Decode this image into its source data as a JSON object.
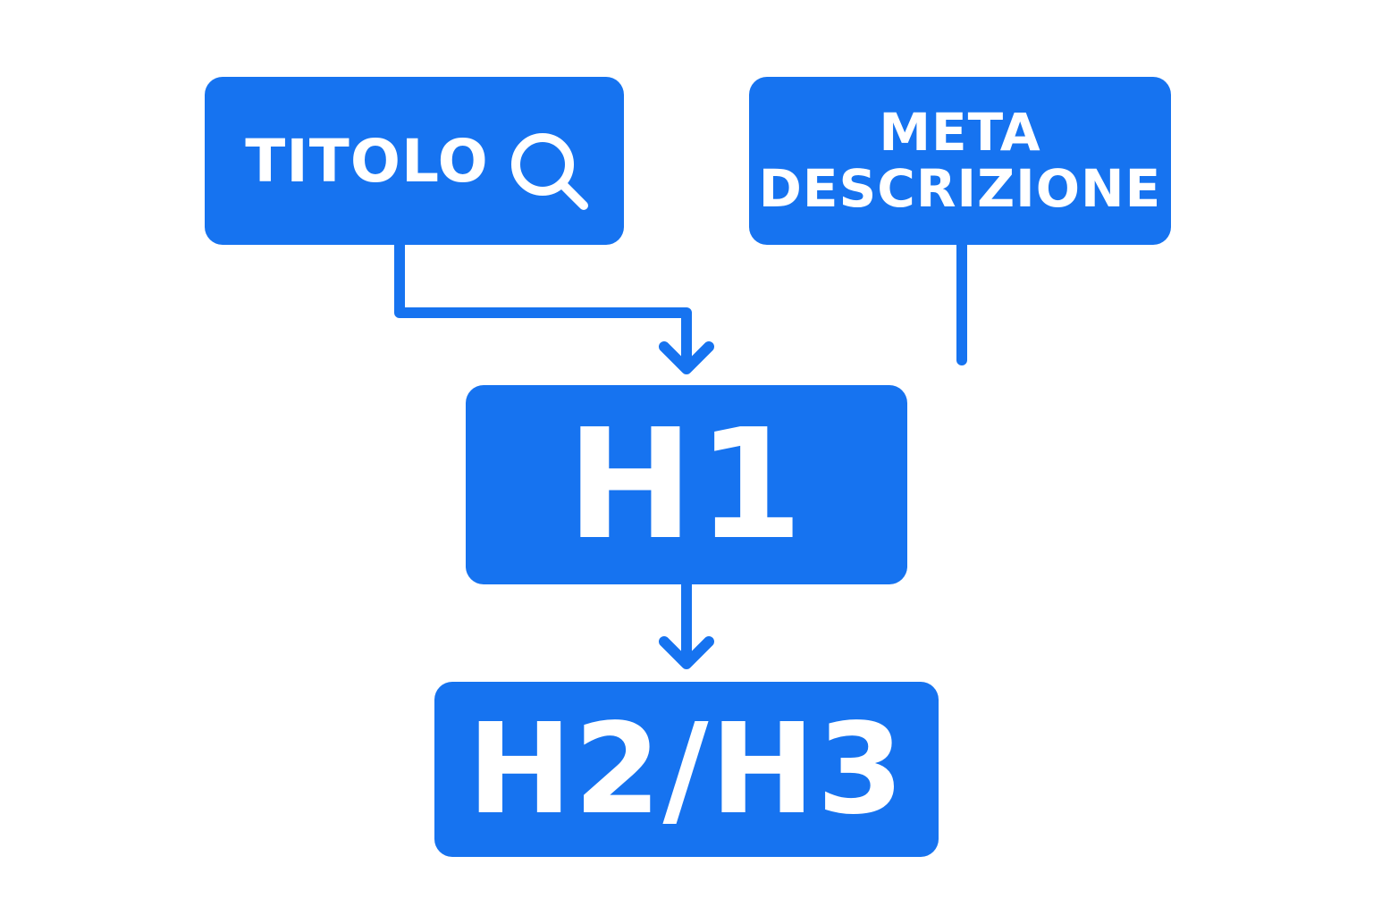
{
  "diagram": {
    "nodes": {
      "titolo": {
        "label": "TITOLO",
        "icon": "search-icon"
      },
      "meta": {
        "line1": "META",
        "line2": "DESCRIZIONE"
      },
      "h1": {
        "label": "H1"
      },
      "h2h3": {
        "label": "H2/H3"
      }
    },
    "edges": [
      {
        "from": "titolo",
        "to": "h1",
        "arrow": true
      },
      {
        "from": "h1",
        "to": "h2h3",
        "arrow": true
      },
      {
        "from": "meta",
        "to": null,
        "arrow": false
      }
    ],
    "colors": {
      "box": "#1673f0",
      "connector": "#1673f0",
      "text": "#ffffff",
      "background": "#ffffff"
    }
  }
}
